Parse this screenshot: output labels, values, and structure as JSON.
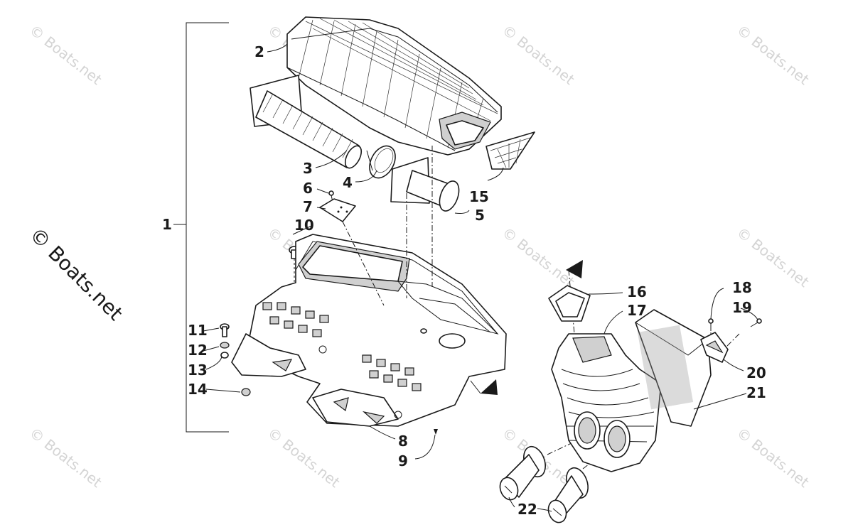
{
  "watermark": "© Boats.net",
  "side_watermark": "© Boats.net",
  "callouts": [
    {
      "id": "c1",
      "text": "1"
    },
    {
      "id": "c2",
      "text": "2"
    },
    {
      "id": "c3",
      "text": "3"
    },
    {
      "id": "c4",
      "text": "4"
    },
    {
      "id": "c5",
      "text": "5"
    },
    {
      "id": "c6",
      "text": "6"
    },
    {
      "id": "c7",
      "text": "7"
    },
    {
      "id": "c8",
      "text": "8"
    },
    {
      "id": "c9",
      "text": "9"
    },
    {
      "id": "c10",
      "text": "10"
    },
    {
      "id": "c11",
      "text": "11"
    },
    {
      "id": "c12",
      "text": "12"
    },
    {
      "id": "c13",
      "text": "13"
    },
    {
      "id": "c14",
      "text": "14"
    },
    {
      "id": "c15",
      "text": "15"
    },
    {
      "id": "c16",
      "text": "16"
    },
    {
      "id": "c17",
      "text": "17"
    },
    {
      "id": "c18",
      "text": "18"
    },
    {
      "id": "c19",
      "text": "19"
    },
    {
      "id": "c20",
      "text": "20"
    },
    {
      "id": "c21",
      "text": "21"
    },
    {
      "id": "c22",
      "text": "22"
    }
  ]
}
